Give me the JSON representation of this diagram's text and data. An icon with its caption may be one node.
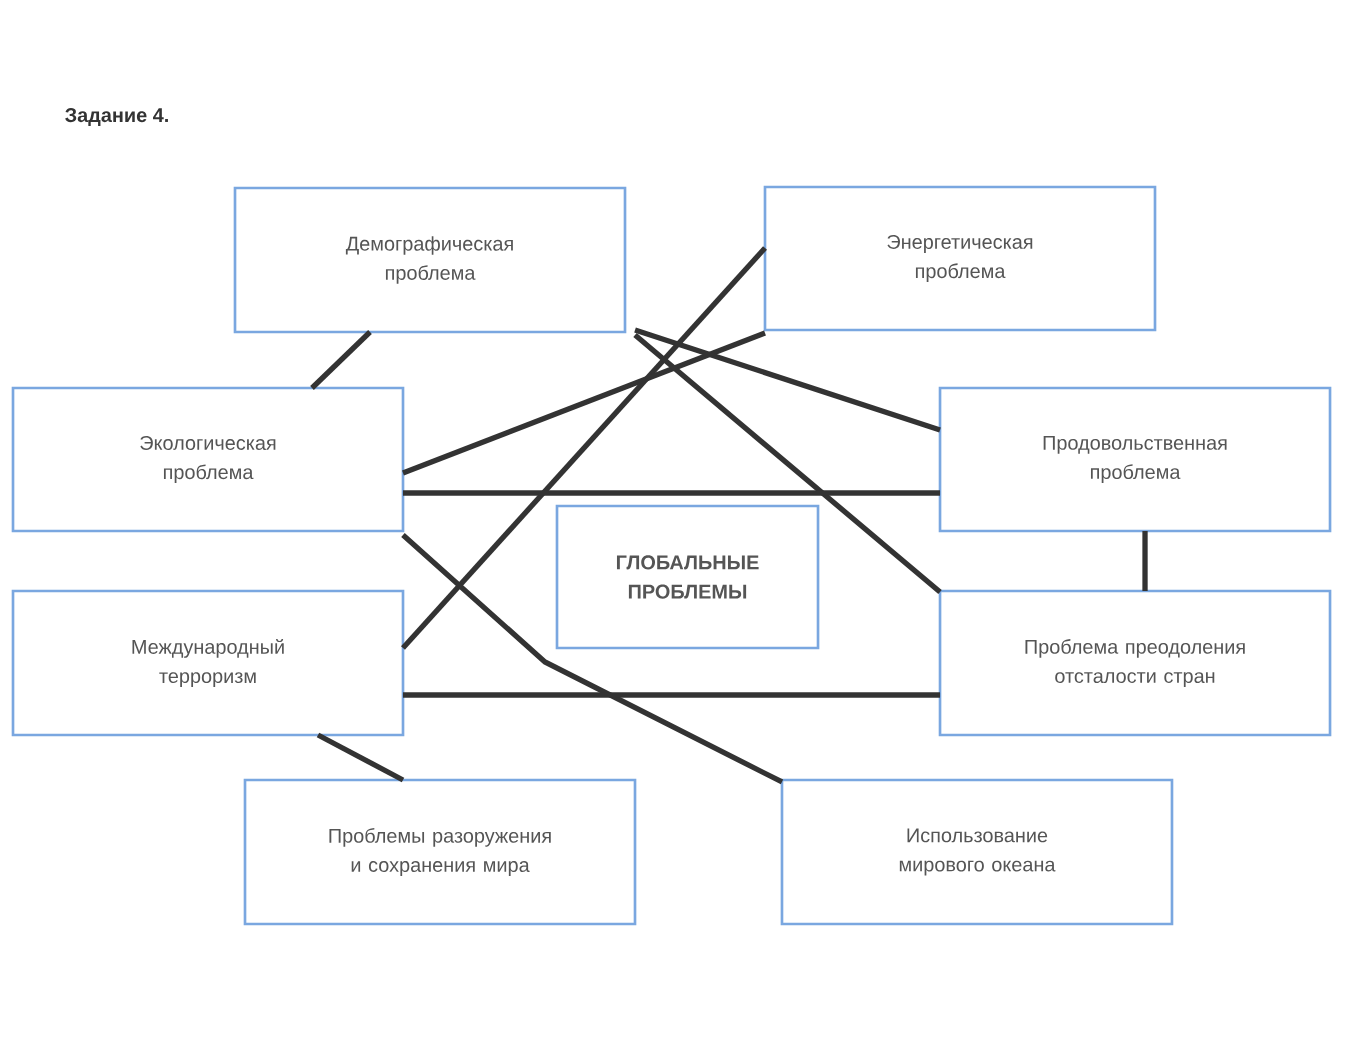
{
  "diagram": {
    "title": "Задание 4.",
    "nodes": [
      {
        "text": [
          "Демографическая проблема"
        ]
      },
      {
        "text": [
          "Энергетическая проблема"
        ]
      },
      {
        "text": [
          "Экологическая проблема"
        ]
      },
      {
        "text": [
          "Продовольственная проблема"
        ]
      },
      {
        "text": [
          "ГЛОБАЛЬНЫЕ ПРОБЛЕМЫ"
        ]
      },
      {
        "text": [
          "Международный терроризм"
        ]
      },
      {
        "text": [
          "Проблема преодоления отсталости стран"
        ]
      },
      {
        "text": [
          "Проблемы разоружения и сохранения мира"
        ]
      },
      {
        "text": [
          "Использование мирового океана"
        ]
      }
    ],
    "edges": [
      {
        "from": 0,
        "to": 2,
        "arrow": "none"
      },
      {
        "from": 1,
        "to": 5,
        "arrow": "none"
      },
      {
        "from": 1,
        "to": 2,
        "arrow": "none"
      },
      {
        "from": 0,
        "to": 3,
        "arrow": "none"
      },
      {
        "from": 0,
        "to": 6,
        "arrow": "none"
      },
      {
        "from": 2,
        "to": 3,
        "arrow": "none"
      },
      {
        "from": 2,
        "to": 8,
        "arrow": "none"
      },
      {
        "from": 3,
        "to": 6,
        "arrow": "none"
      },
      {
        "from": 5,
        "to": 6,
        "arrow": "none"
      },
      {
        "from": 5,
        "to": 7,
        "arrow": "none"
      }
    ]
  }
}
